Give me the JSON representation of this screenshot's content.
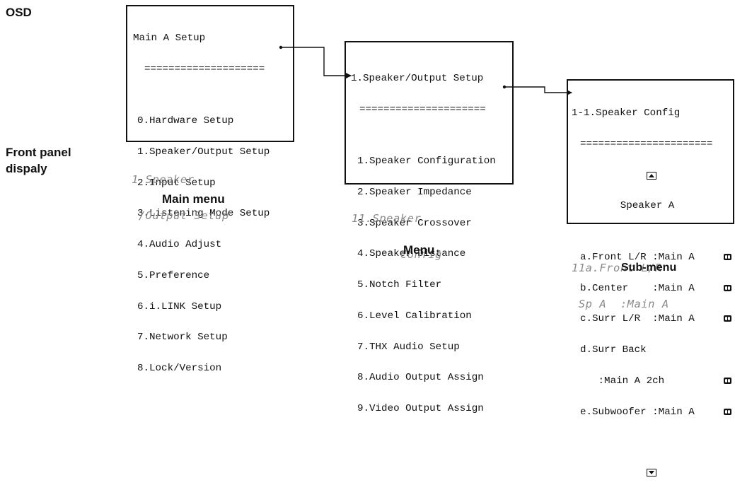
{
  "labels": {
    "osd": "OSD",
    "front_panel": [
      "Front panel",
      "dispaly"
    ],
    "main_menu": "Main menu",
    "menu": "Menu",
    "sub_menu": "Sub-menu"
  },
  "main_menu": {
    "title": "Main A Setup",
    "rule": "====================",
    "items": [
      "0.Hardware Setup",
      "1.Speaker/Output Setup",
      "2.Input Setup",
      "3.Listening Mode Setup",
      "4.Audio Adjust",
      "5.Preference",
      "6.i.LINK Setup",
      "7.Network Setup",
      "8.Lock/Version"
    ],
    "display": [
      "1.Speaker",
      " /Output Setup"
    ]
  },
  "menu": {
    "title": "1.Speaker/Output Setup",
    "rule": "=====================",
    "items": [
      "1.Speaker Configuration",
      "2.Speaker Impedance",
      "3.Speaker Crossover",
      "4.Speaker Distance",
      "5.Notch Filter",
      "6.Level Calibration",
      "7.THX Audio Setup",
      "8.Audio Output Assign",
      "9.Video Output Assign"
    ],
    "display": [
      "11.Speaker",
      "       Config"
    ]
  },
  "submenu": {
    "title": "1-1.Speaker Config",
    "rule": "======================",
    "header": "Speaker A",
    "rows": [
      "a.Front L/R :Main A",
      "b.Center    :Main A",
      "c.Surr L/R  :Main A",
      "d.Surr Back",
      "   :Main A 2ch",
      "e.Subwoofer :Main A"
    ],
    "icon_rows": [
      true,
      true,
      true,
      false,
      true,
      true
    ],
    "display": [
      "11a.Front L/R",
      " Sp A  :Main A"
    ]
  }
}
